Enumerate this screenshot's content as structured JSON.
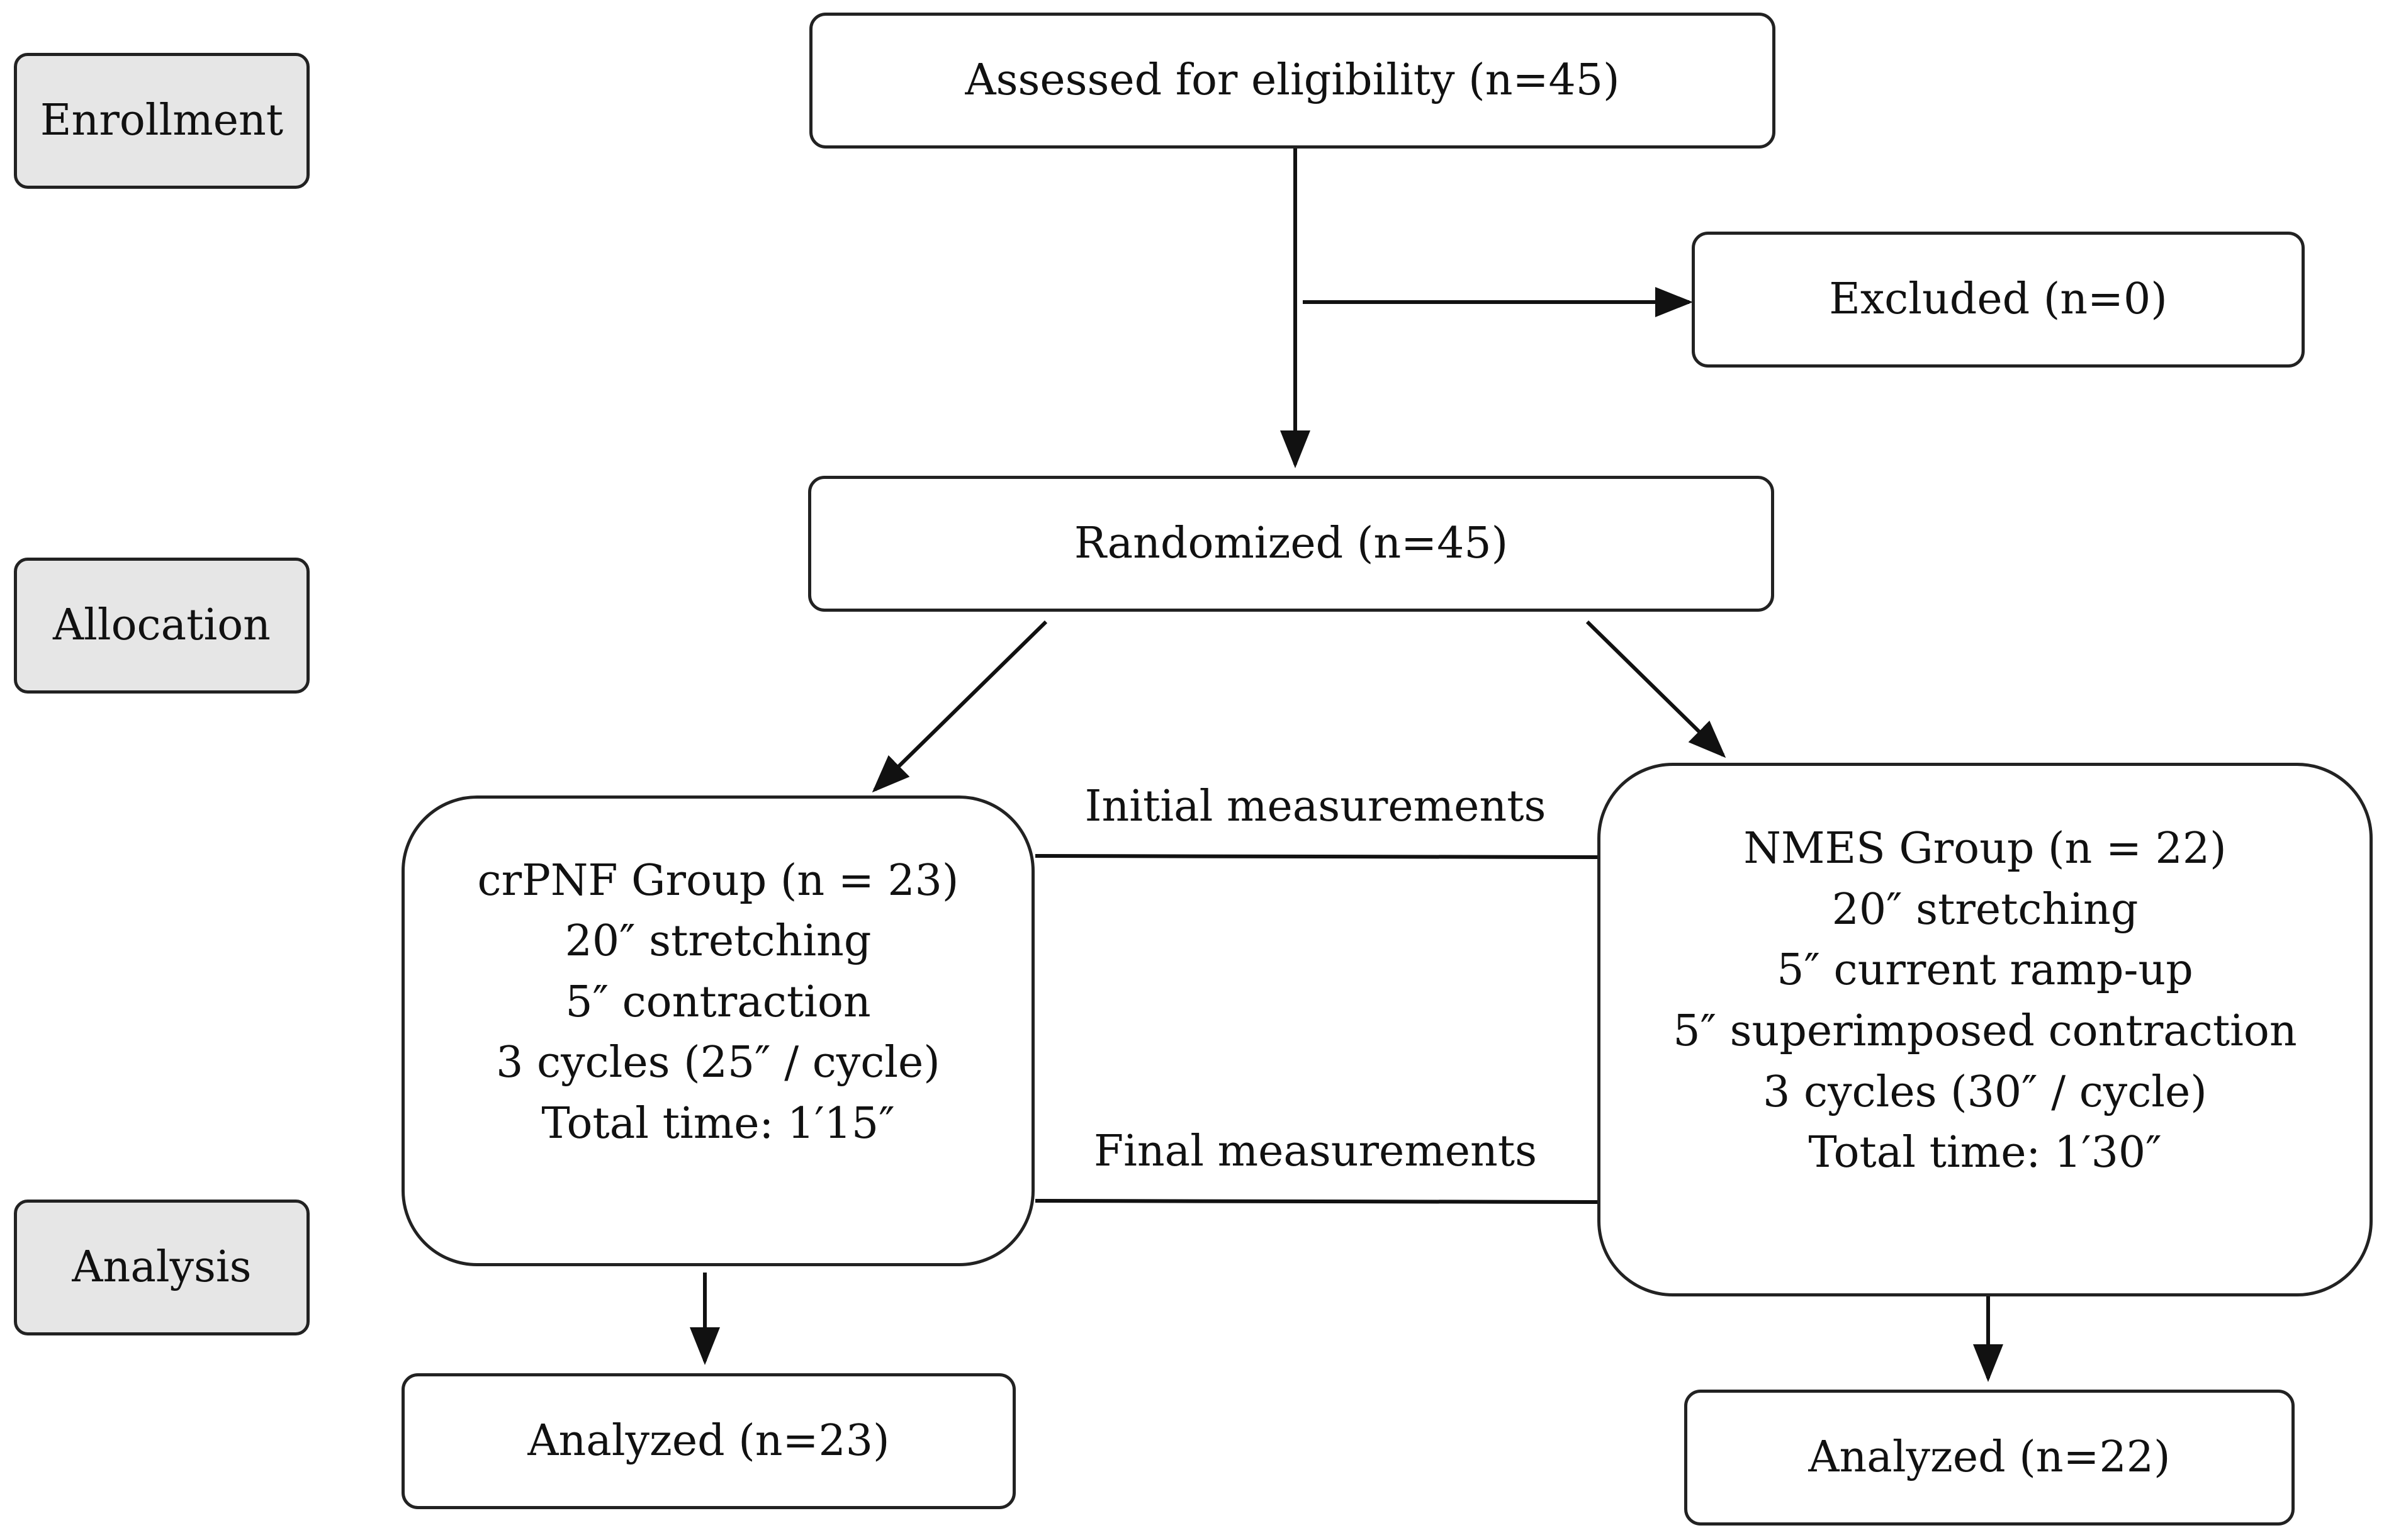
{
  "stages": {
    "enrollment": "Enrollment",
    "allocation": "Allocation",
    "analysis": "Analysis"
  },
  "boxes": {
    "assessed": "Assessed for eligibility (n=45)",
    "excluded": "Excluded (n=0)",
    "randomized": "Randomized (n=45)",
    "analyzed_left": "Analyzed (n=23)",
    "analyzed_right": "Analyzed (n=22)"
  },
  "groups": {
    "crpnf": [
      "crPNF Group (n = 23)",
      "20″ stretching",
      "5″ contraction",
      "3 cycles (25″ / cycle)",
      "Total time: 1′15″"
    ],
    "nmes": [
      "NMES Group (n = 22)",
      "20″ stretching",
      "5″ current ramp-up",
      "5″ superimposed contraction",
      "3 cycles (30″ / cycle)",
      "Total time: 1′30″"
    ]
  },
  "connectors": {
    "initial": "Initial measurements",
    "final": "Final measurements"
  }
}
